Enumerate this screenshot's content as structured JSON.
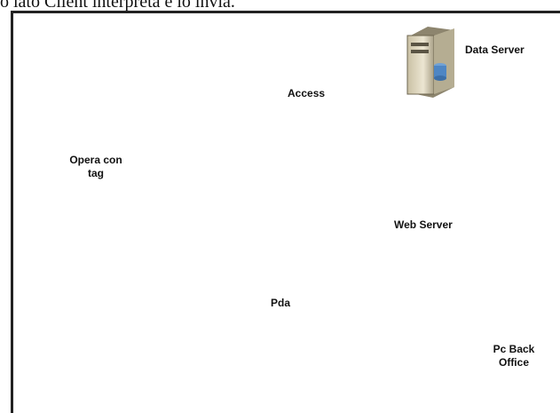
{
  "caption": "o lato Client interpreta e lo invia.",
  "labels": {
    "data_server": "Data Server",
    "access": "Access",
    "opera_line1": "Opera con",
    "opera_line2": "tag",
    "web_server": "Web Server",
    "pda": "Pda",
    "pc_line1": "Pc Back",
    "pc_line2": "Office"
  },
  "icons": [
    "data-server-icon",
    "web-server-icon",
    "access-point-icon",
    "painting-image",
    "rfid-tag-icon",
    "pda-icon",
    "pc-icon",
    "signal-waves-icon"
  ]
}
